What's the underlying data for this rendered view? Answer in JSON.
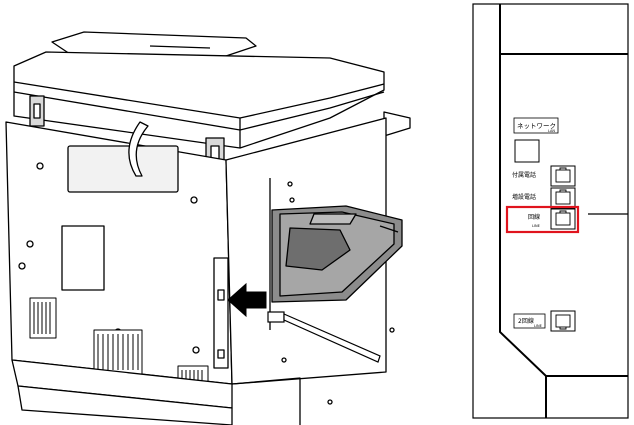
{
  "detail_panel": {
    "labels": {
      "network": "ネットワーク",
      "network_sub": "LAN",
      "ext_phone": "付属電話",
      "add_phone": "増設電話",
      "line": "回線",
      "line_sub": "LINE",
      "line2": "2回線",
      "line2_sub": "LINE"
    },
    "highlight_color": "#e0141e"
  }
}
